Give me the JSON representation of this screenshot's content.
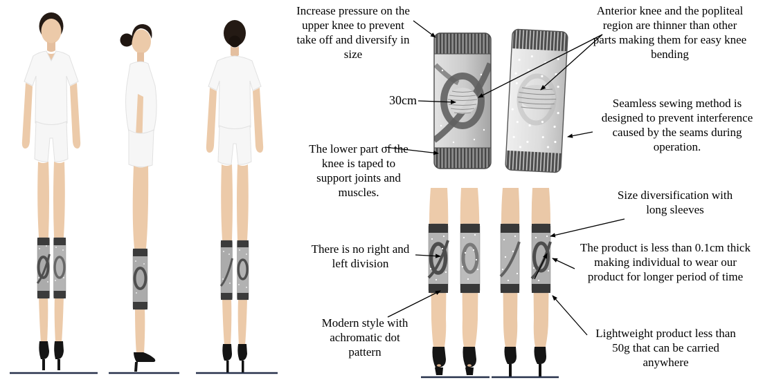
{
  "figure": {
    "type": "product-design-figure",
    "annotations": {
      "increase_pressure": "Increase pressure on the upper knee to prevent take off and diversify in size",
      "anterior_knee": "Anterior knee and the popliteal region are thinner than other parts making them for easy knee bending",
      "dimension": "30cm",
      "seamless_sewing": "Seamless sewing method is designed to prevent interference caused by the seams during operation.",
      "lower_part": "The lower part of the knee is taped to support joints and muscles.",
      "no_division": "There is no right and left division",
      "modern_style": "Modern style with achromatic dot pattern",
      "size_diversification": "Size diversification with long sleeves",
      "thin_product": "The product is less than 0.1cm thick making individual to wear our product for longer period of time",
      "lightweight": "Lightweight product less than 50g that can be carried anywhere"
    },
    "colors": {
      "background": "#ffffff",
      "text": "#000000",
      "sleeve_body_gray": "#adadad",
      "sleeve_band_dark": "#3b3b3b",
      "skin_tone": "#eccaa9",
      "garment_white": "#f7f7f7",
      "shoe_black": "#141414"
    }
  }
}
